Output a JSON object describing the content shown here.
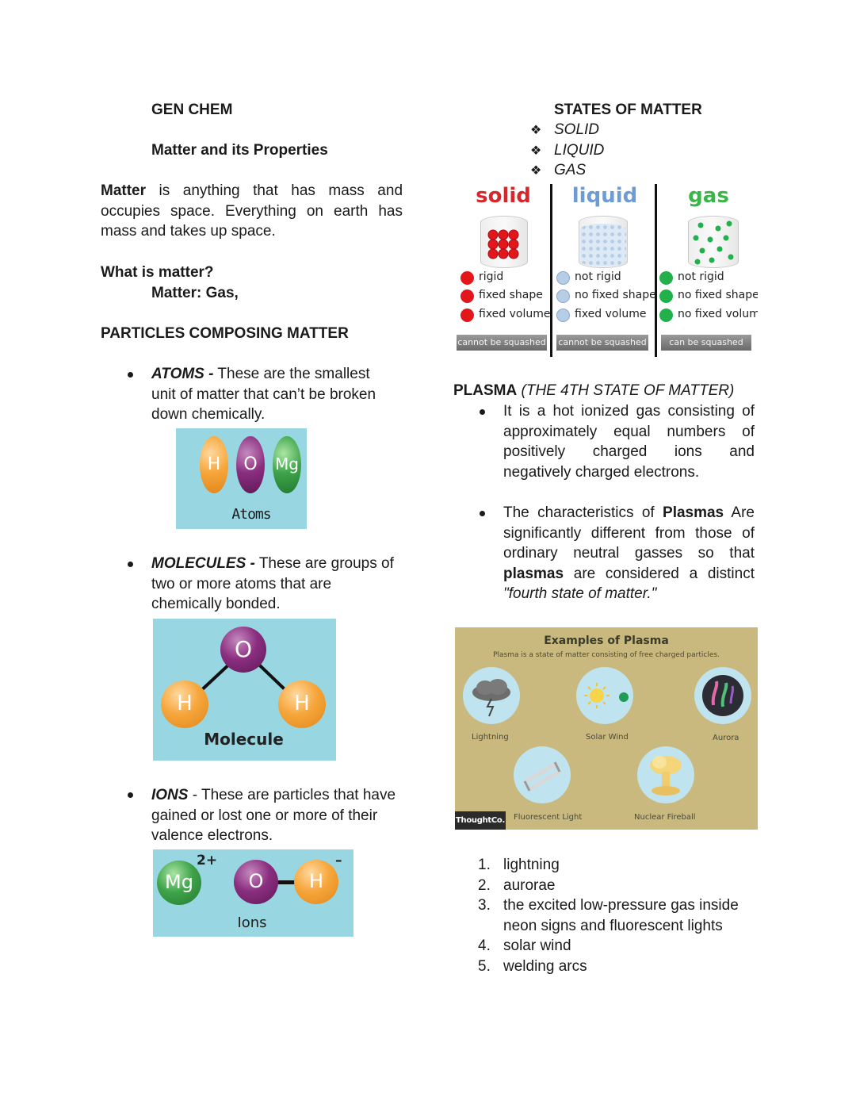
{
  "left": {
    "course_title": "GEN CHEM",
    "topic_title": "Matter and its Properties",
    "matter_term": "Matter",
    "matter_def": "is anything that has mass and occupies space. Everything on earth has mass and takes up space.",
    "question": "What is matter?",
    "answer": "Matter: Gas,",
    "particles_heading": "PARTICLES COMPOSING MATTER",
    "atoms": {
      "term": "ATOMS -",
      "desc_line1": " These are the smallest",
      "desc_rest": "unit of matter that can’t be broken down chemically.",
      "image": {
        "labels": [
          "H",
          "O",
          "Mg"
        ],
        "caption": "Atoms"
      }
    },
    "molecules": {
      "term": "MOLECULES -",
      "desc_line1": " These are groups of",
      "desc_rest": "two or more atoms that are chemically bonded.",
      "image": {
        "top": "O",
        "left": "H",
        "right": "H",
        "caption": "Molecule"
      }
    },
    "ions": {
      "term": "IONS",
      "desc_line1": " - These are particles that have",
      "desc_rest": "gained or lost one or more of their valence electrons.",
      "image": {
        "mg": "Mg",
        "charge1": "2+",
        "o": "O",
        "h": "H",
        "charge2": "–",
        "caption": "Ions"
      }
    }
  },
  "right": {
    "states_heading": "STATES OF MATTER",
    "states": [
      "SOLID",
      "LIQUID",
      "GAS"
    ],
    "states_image": {
      "columns": [
        {
          "title": "solid",
          "title_color": "#d9262b",
          "dot_color": "#e3161b",
          "props": [
            "rigid",
            "fixed shape",
            "fixed volume"
          ],
          "base": "cannot be squashed"
        },
        {
          "title": "liquid",
          "title_color": "#6d9bd3",
          "dot_color": "#b7cde6",
          "props": [
            "not rigid",
            "no fixed shape",
            "fixed volume"
          ],
          "base": "cannot be squashed"
        },
        {
          "title": "gas",
          "title_color": "#3ab54a",
          "dot_color": "#22b04b",
          "props": [
            "not rigid",
            "no fixed shape",
            "no fixed volume"
          ],
          "base": "can be squashed"
        }
      ]
    },
    "plasma_heading": "PLASMA",
    "plasma_sub": "(THE 4TH STATE OF MATTER)",
    "plasma_p1": "It is a hot ionized gas consisting of approximately equal numbers of positively charged ions and negatively charged electrons.",
    "plasma_p2": {
      "a": "The characteristics of ",
      "b": "Plasmas",
      "c": " Are significantly different from those of ordinary neutral gasses so that ",
      "d": "plasmas",
      "e": " are considered a distinct ",
      "f": "\"fourth state of matter.\""
    },
    "examples_image": {
      "title": "Examples of Plasma",
      "subtitle": "Plasma is a state of matter consisting of free charged particles.",
      "items": [
        "Lightning",
        "Solar Wind",
        "Aurora",
        "Fluorescent Light",
        "Nuclear Fireball"
      ],
      "brand": "ThoughtCo."
    },
    "examples_list": [
      {
        "num": "1.",
        "text": "lightning"
      },
      {
        "num": "2.",
        "text": "aurorae"
      },
      {
        "num": "3.",
        "text": "the excited low-pressure gas inside neon signs and fluorescent lights"
      },
      {
        "num": "4.",
        "text": "solar wind"
      },
      {
        "num": "5.",
        "text": "welding arcs"
      }
    ]
  }
}
